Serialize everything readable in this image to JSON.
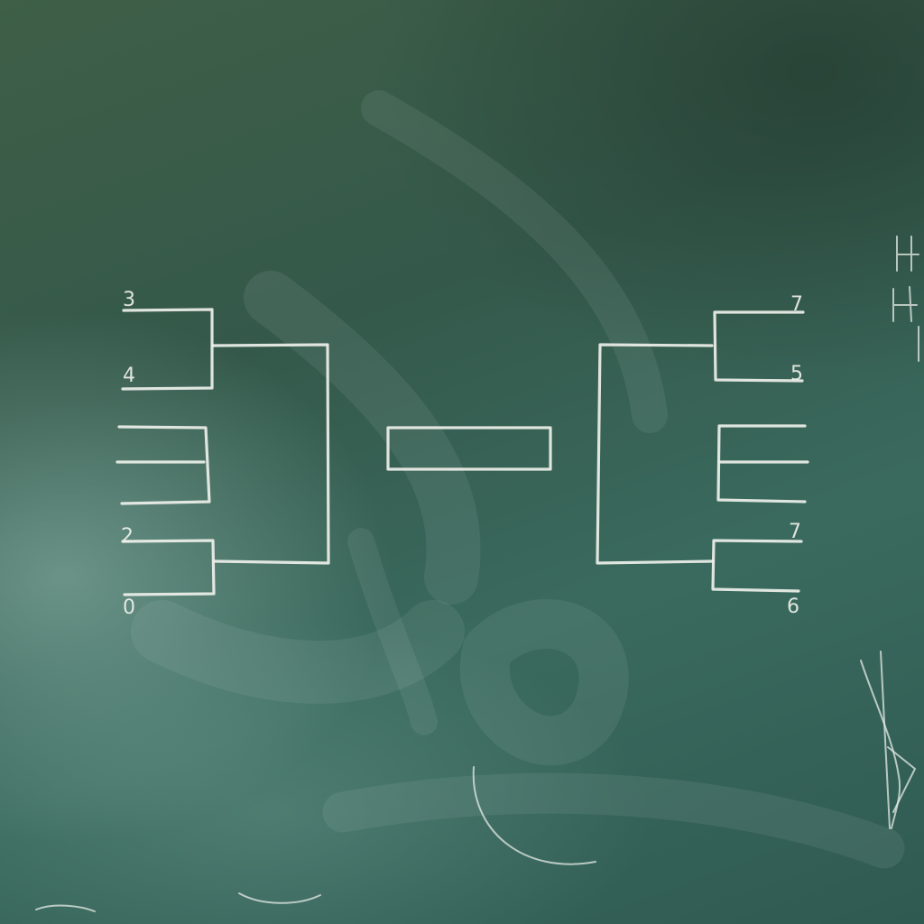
{
  "board": {
    "surface_color": "#34594b",
    "chalk_color": "#eef0ea"
  },
  "bracket": {
    "left_labels": [
      "3",
      "4",
      "2",
      "0"
    ],
    "right_labels": [
      "7",
      "5",
      "7",
      "6"
    ]
  }
}
